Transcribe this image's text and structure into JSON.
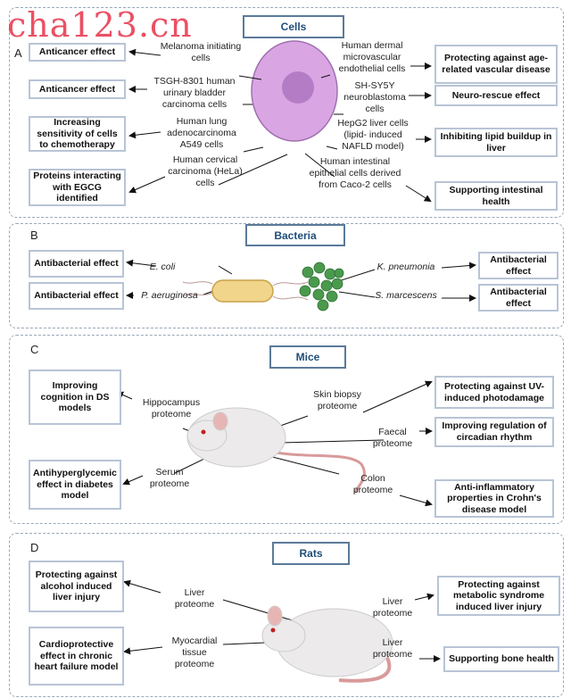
{
  "watermark": "cha123.cn",
  "panels": {
    "A": {
      "label": "A",
      "title": "Cells",
      "left_boxes": [
        "Anticancer effect",
        "Anticancer effect",
        "Increasing sensitivity of cells to chemotherapy",
        "Proteins interacting with EGCG identified"
      ],
      "left_labels": [
        "Melanoma initiating cells",
        "TSGH-8301 human urinary bladder carcinoma cells",
        "Human lung adenocarcinoma A549 cells",
        "Human cervical carcinoma (HeLa) cells"
      ],
      "right_labels": [
        "Human dermal microvascular endothelial cells",
        "SH-SY5Y neuroblastoma cells",
        "HepG2 liver cells (lipid- induced NAFLD model)",
        "Human intestinal epithelial cells derived from Caco-2 cells"
      ],
      "right_boxes": [
        "Protecting against age-related vascular disease",
        "Neuro-rescue effect",
        "Inhibiting lipid buildup in liver",
        "Supporting intestinal health"
      ]
    },
    "B": {
      "label": "B",
      "title": "Bacteria",
      "left_boxes": [
        "Antibacterial effect",
        "Antibacterial effect"
      ],
      "left_labels": [
        "E. coli",
        "P. aeruginosa"
      ],
      "right_labels": [
        "K. pneumonia",
        "S. marcescens"
      ],
      "right_boxes": [
        "Antibacterial effect",
        "Antibacterial effect"
      ]
    },
    "C": {
      "label": "C",
      "title": "Mice",
      "boxes": [
        "Improving cognition in DS models",
        "Antihyperglycemic effect in diabetes model",
        "Protecting against UV-induced photodamage",
        "Improving regulation of circadian rhythm",
        "Anti-inflammatory properties in Crohn's disease model"
      ],
      "labels": [
        "Hippocampus proteome",
        "Serum proteome",
        "Skin biopsy proteome",
        "Faecal proteome",
        "Colon proteome"
      ]
    },
    "D": {
      "label": "D",
      "title": "Rats",
      "boxes": [
        "Protecting against alcohol induced liver injury",
        "Cardioprotective effect in chronic heart failure model",
        "Protecting against metabolic syndrome induced liver injury",
        "Supporting bone health"
      ],
      "labels": [
        "Liver proteome",
        "Myocardial tissue proteome",
        "Liver proteome",
        "Liver proteome"
      ]
    }
  },
  "colors": {
    "cell": "#d9a6e3",
    "nucleus": "#b57cc6",
    "bacterium": "#f0d58a",
    "cocci": "#4a9a4e",
    "title_border": "#5b7a99",
    "box_border": "#b8c4d6"
  }
}
